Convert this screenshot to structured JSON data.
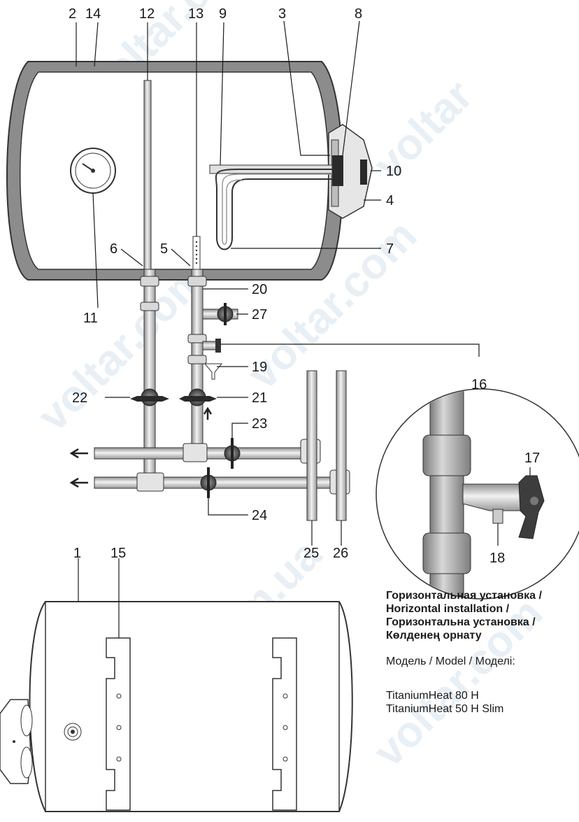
{
  "callouts": {
    "n1": "1",
    "n2": "2",
    "n3": "3",
    "n4": "4",
    "n5": "5",
    "n6": "6",
    "n7": "7",
    "n8": "8",
    "n9": "9",
    "n10": "10",
    "n11": "11",
    "n12": "12",
    "n13": "13",
    "n14": "14",
    "n15": "15",
    "n16": "16",
    "n17": "17",
    "n18": "18",
    "n19": "19",
    "n20": "20",
    "n21": "21",
    "n22": "22",
    "n23": "23",
    "n24": "24",
    "n25": "25",
    "n26": "26",
    "n27": "27"
  },
  "caption": {
    "title_lines": [
      "Горизонтальная установка /",
      "Horizontal installation /",
      "Горизонтальна установка /",
      "Көлденең орнату"
    ],
    "model_label": "Модель / Model / Моделі:",
    "models": [
      "TitaniumHeat 80 H",
      "TitaniumHeat 50 H Slim"
    ]
  },
  "watermark": "voltar.com.ua",
  "colors": {
    "tank_wall": "#8a8a8a",
    "pipe": "#cfcfcf",
    "valve": "#4a4a4a",
    "line": "#1a1a1a"
  }
}
